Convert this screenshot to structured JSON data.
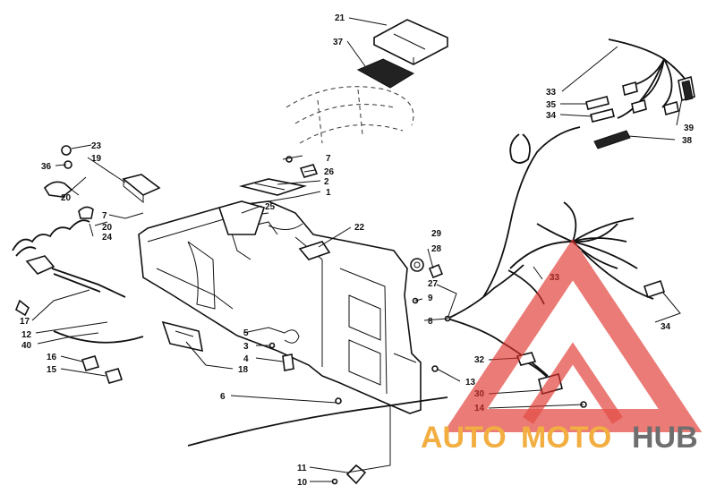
{
  "callouts": [
    {
      "id": "c21",
      "text": "21"
    },
    {
      "id": "c37",
      "text": "37"
    },
    {
      "id": "c33a",
      "text": "33"
    },
    {
      "id": "c35",
      "text": "35"
    },
    {
      "id": "c34a",
      "text": "34"
    },
    {
      "id": "c39",
      "text": "39"
    },
    {
      "id": "c38",
      "text": "38"
    },
    {
      "id": "c23",
      "text": "23"
    },
    {
      "id": "c36",
      "text": "36"
    },
    {
      "id": "c19",
      "text": "19"
    },
    {
      "id": "c7a",
      "text": "7"
    },
    {
      "id": "c26",
      "text": "26"
    },
    {
      "id": "c2",
      "text": "2"
    },
    {
      "id": "c1",
      "text": "1"
    },
    {
      "id": "c20a",
      "text": "20"
    },
    {
      "id": "c25",
      "text": "25"
    },
    {
      "id": "c7b",
      "text": "7"
    },
    {
      "id": "c20b",
      "text": "20"
    },
    {
      "id": "c24",
      "text": "24"
    },
    {
      "id": "c22",
      "text": "22"
    },
    {
      "id": "c29",
      "text": "29"
    },
    {
      "id": "c28",
      "text": "28"
    },
    {
      "id": "c33b",
      "text": "33"
    },
    {
      "id": "c27",
      "text": "27"
    },
    {
      "id": "c9",
      "text": "9"
    },
    {
      "id": "c8",
      "text": "8"
    },
    {
      "id": "c17",
      "text": "17"
    },
    {
      "id": "c12",
      "text": "12"
    },
    {
      "id": "c40",
      "text": "40"
    },
    {
      "id": "c5",
      "text": "5"
    },
    {
      "id": "c3",
      "text": "3"
    },
    {
      "id": "c4",
      "text": "4"
    },
    {
      "id": "c16",
      "text": "16"
    },
    {
      "id": "c15",
      "text": "15"
    },
    {
      "id": "c18",
      "text": "18"
    },
    {
      "id": "c34b",
      "text": "34"
    },
    {
      "id": "c32",
      "text": "32"
    },
    {
      "id": "c13",
      "text": "13"
    },
    {
      "id": "c30",
      "text": "30"
    },
    {
      "id": "c14",
      "text": "14"
    },
    {
      "id": "c6",
      "text": "6"
    },
    {
      "id": "c11",
      "text": "11"
    },
    {
      "id": "c10",
      "text": "10"
    }
  ],
  "watermark": {
    "word_auto": "AUTO",
    "word_moto": "MOTO",
    "word_hub": "HUB",
    "color_red": "#e0302a",
    "color_orange": "#f0a020",
    "color_gray": "#555555"
  }
}
